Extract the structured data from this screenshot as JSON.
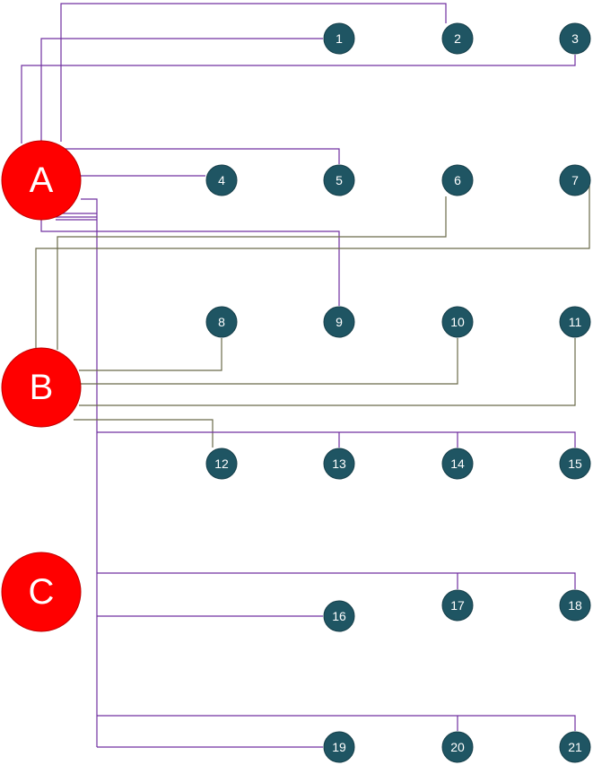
{
  "colors": {
    "hub_fill": "#ff0000",
    "hub_stroke": "#c00000",
    "node_fill": "#1f5563",
    "node_stroke": "#163f4a",
    "line_purple": "#7030a0",
    "line_olive": "#6b6b4a"
  },
  "hubs": [
    {
      "id": "A",
      "label": "A"
    },
    {
      "id": "B",
      "label": "B"
    },
    {
      "id": "C",
      "label": "C"
    }
  ],
  "nodes": [
    {
      "id": "1",
      "label": "1"
    },
    {
      "id": "2",
      "label": "2"
    },
    {
      "id": "3",
      "label": "3"
    },
    {
      "id": "4",
      "label": "4"
    },
    {
      "id": "5",
      "label": "5"
    },
    {
      "id": "6",
      "label": "6"
    },
    {
      "id": "7",
      "label": "7"
    },
    {
      "id": "8",
      "label": "8"
    },
    {
      "id": "9",
      "label": "9"
    },
    {
      "id": "10",
      "label": "10"
    },
    {
      "id": "11",
      "label": "11"
    },
    {
      "id": "12",
      "label": "12"
    },
    {
      "id": "13",
      "label": "13"
    },
    {
      "id": "14",
      "label": "14"
    },
    {
      "id": "15",
      "label": "15"
    },
    {
      "id": "16",
      "label": "16"
    },
    {
      "id": "17",
      "label": "17"
    },
    {
      "id": "18",
      "label": "18"
    },
    {
      "id": "19",
      "label": "19"
    },
    {
      "id": "20",
      "label": "20"
    },
    {
      "id": "21",
      "label": "21"
    }
  ]
}
